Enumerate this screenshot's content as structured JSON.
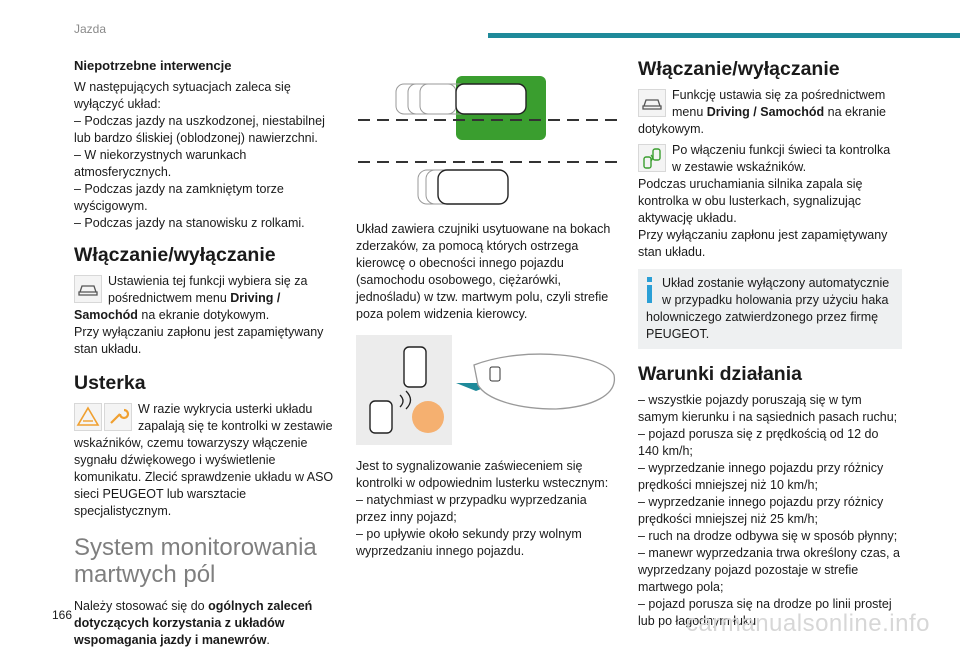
{
  "header": {
    "section": "Jazda",
    "page_number": "166",
    "watermark": "carmanualsonline.info"
  },
  "col1": {
    "interv_title": "Niepotrzebne interwencje",
    "interv_lines": [
      "W następujących sytuacjach zaleca się wyłączyć układ:",
      "– Podczas jazdy na uszkodzonej, niestabilnej lub bardzo śliskiej (oblodzonej) nawierzchni.",
      "– W niekorzystnych warunkach atmosferycznych.",
      "– Podczas jazdy na zamkniętym torze wyścigowym.",
      "– Podczas jazdy na stanowisku z rolkami."
    ],
    "onoff_title": "Włączanie/wyłączanie",
    "onoff_p1": "Ustawienia tej funkcji wybiera się za pośrednictwem menu ",
    "onoff_menu": "Driving / Samochód",
    "onoff_p2": " na ekranie dotykowym.",
    "onoff_p3": "Przy wyłączaniu zapłonu jest zapamiętywany stan układu.",
    "fault_title": "Usterka",
    "fault_text": "W razie wykrycia usterki układu zapalają się te kontrolki w zestawie wskaźników, czemu towarzyszy włączenie sygnału dźwiękowego i wyświetlenie komunikatu. Zlecić sprawdzenie układu w ASO sieci PEUGEOT lub warsztacie specjalistycznym.",
    "bsm_title": "System monitorowania martwych pól",
    "bsm_p1": "Należy stosować się do ",
    "bsm_bold": "ogólnych zaleceń dotyczących korzystania z układów wspomagania jazdy i manewrów",
    "bsm_p2": "."
  },
  "col2": {
    "desc": "Układ zawiera czujniki usytuowane na bokach zderzaków, za pomocą których ostrzega kierowcę o obecności innego pojazdu (samochodu osobowego, ciężarówki, jednośladu) w tzw. martwym polu, czyli strefie poza polem widzenia kierowcy.",
    "signal_lines": [
      "Jest to sygnalizowanie zaświeceniem się kontrolki w odpowiednim lusterku wstecznym:",
      "– natychmiast w przypadku wyprzedzania przez inny pojazd;",
      "– po upływie około sekundy przy wolnym wyprzedzaniu innego pojazdu."
    ]
  },
  "col3": {
    "onoff_title": "Włączanie/wyłączanie",
    "p1a": "Funkcję ustawia się za pośrednictwem menu ",
    "p1_menu": "Driving / Samochód",
    "p1b": " na ekranie dotykowym.",
    "p2": "Po włączeniu funkcji świeci ta kontrolka w zestawie wskaźników.",
    "p3": "Podczas uruchamiania silnika zapala się kontrolka w obu lusterkach, sygnalizując aktywację układu.",
    "p4": "Przy wyłączaniu zapłonu jest zapamiętywany stan układu.",
    "info": "Układ zostanie wyłączony automatycznie w przypadku holowania przy użyciu haka holowniczego zatwierdzonego przez firmę PEUGEOT.",
    "cond_title": "Warunki działania",
    "cond_lines": [
      "– wszystkie pojazdy poruszają się w tym samym kierunku i na sąsiednich pasach ruchu;",
      "– pojazd porusza się z prędkością od 12 do 140 km/h;",
      "– wyprzedzanie innego pojazdu przy różnicy prędkości mniejszej niż 10 km/h;",
      "– wyprzedzanie innego pojazdu przy różnicy prędkości mniejszej niż 25 km/h;",
      "– ruch na drodze odbywa się w sposób płynny;",
      "– manewr wyprzedzania trwa określony czas, a wyprzedzany pojazd pozostaje w strefie martwego pola;",
      "– pojazd porusza się na drodze po linii prostej lub po łagodnym łuku;"
    ]
  },
  "icons": [
    "car-settings-icon",
    "warning-triangle-icon",
    "wrench-icon",
    "blind-spot-icon",
    "info-icon"
  ],
  "colors": {
    "accent": "#1f8a9a",
    "green": "#3a9e2f",
    "orange": "#f0a030",
    "info_blue": "#2a9fd6",
    "info_bg": "#eef0f1"
  }
}
